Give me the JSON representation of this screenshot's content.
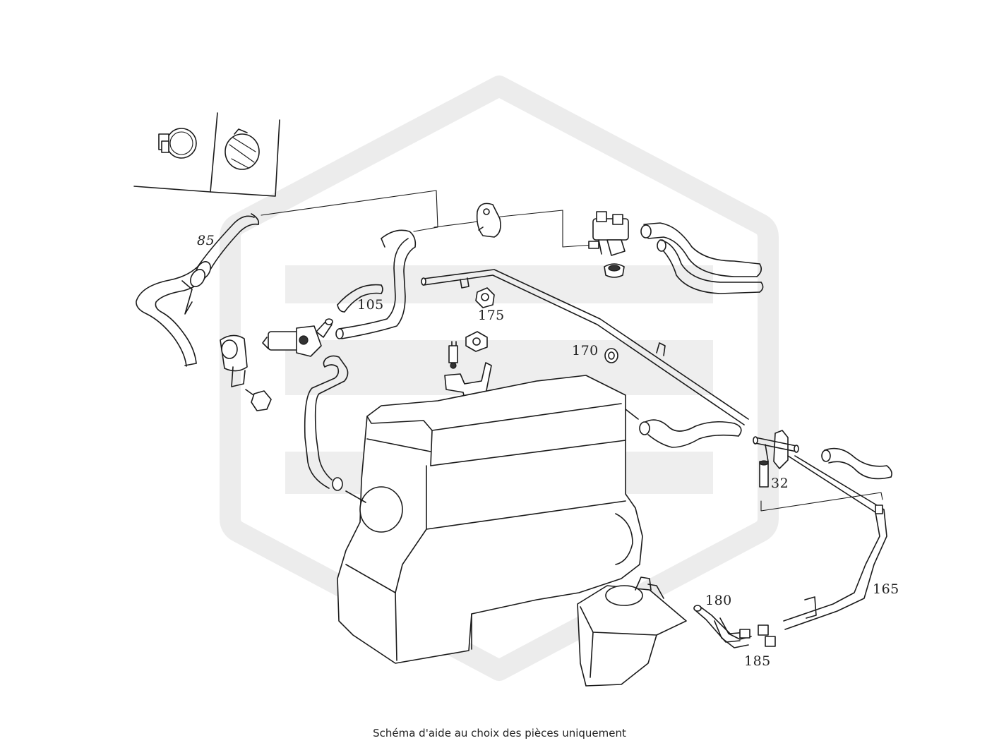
{
  "callouts": {
    "c85": "85",
    "c105": "105",
    "c175": "175",
    "c170": "170",
    "c32": "32",
    "c165": "165",
    "c180": "180",
    "c185": "185"
  },
  "caption": "Schéma d'aide au choix des pièces uniquement",
  "colors": {
    "line": "#1a1a1a",
    "watermark": "#ececec",
    "background": "#ffffff"
  }
}
